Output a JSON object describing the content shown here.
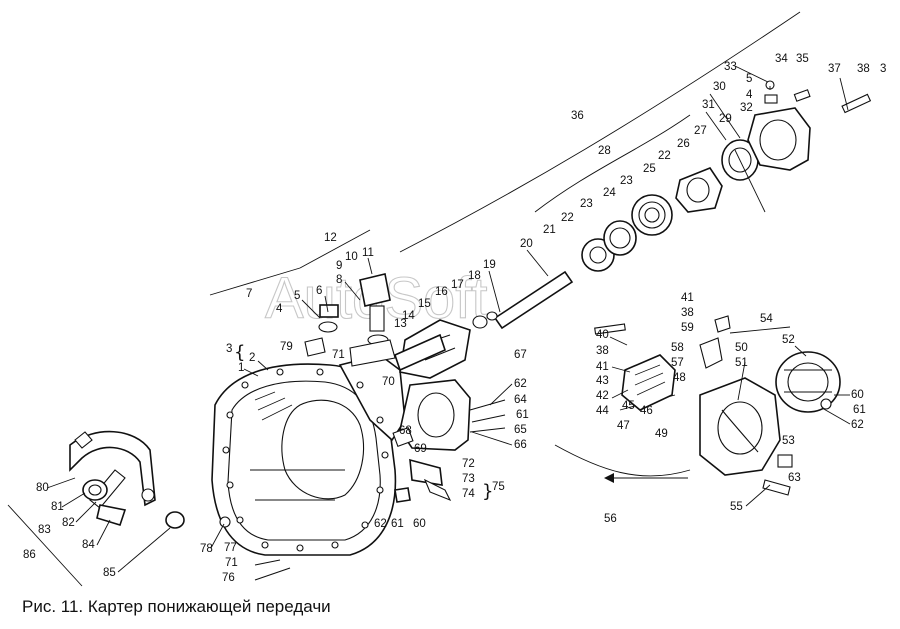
{
  "caption": "Рис. 11. Картер понижающей передачи",
  "watermark": "AutoSoft",
  "callouts": {
    "n1": "1",
    "n2": "2",
    "n3": "3",
    "n4": "4",
    "n5": "5",
    "n6": "6",
    "n7": "7",
    "n8": "8",
    "n9": "9",
    "n10": "10",
    "n11": "11",
    "n12": "12",
    "n13": "13",
    "n14": "14",
    "n15": "15",
    "n16": "16",
    "n17": "17",
    "n18": "18",
    "n19": "19",
    "n20": "20",
    "n21": "21",
    "n22": "22",
    "n23": "23",
    "n24": "24",
    "n25": "25",
    "n26": "26",
    "n27": "27",
    "n28": "28",
    "n29": "29",
    "n30": "30",
    "n31": "31",
    "n32": "32",
    "n33": "33",
    "n34": "34",
    "n35": "35",
    "n36": "36",
    "n37": "37",
    "n38": "38",
    "n40": "40",
    "n41": "41",
    "n42": "42",
    "n43": "43",
    "n44": "44",
    "n45": "45",
    "n46": "46",
    "n47": "47",
    "n48": "48",
    "n49": "49",
    "n50": "50",
    "n51": "51",
    "n52": "52",
    "n53": "53",
    "n54": "54",
    "n55": "55",
    "n56": "56",
    "n57": "57",
    "n58": "58",
    "n59": "59",
    "n60": "60",
    "n61": "61",
    "n62": "62",
    "n63": "63",
    "n64": "64",
    "n65": "65",
    "n66": "66",
    "n67": "67",
    "n68": "68",
    "n69": "69",
    "n70": "70",
    "n71": "71",
    "n72": "72",
    "n73": "73",
    "n74": "74",
    "n75": "75",
    "n76": "76",
    "n77": "77",
    "n78": "78",
    "n79": "79",
    "n80": "80",
    "n81": "81",
    "n82": "82",
    "n83": "83",
    "n84": "84",
    "n85": "85",
    "n86": "86"
  },
  "colors": {
    "ink": "#111111",
    "paper": "#ffffff",
    "watermark": "#9a9a9a"
  }
}
